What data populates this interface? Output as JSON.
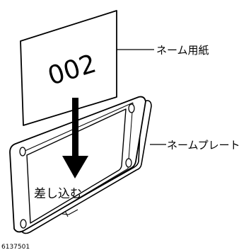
{
  "card": {
    "number": "002"
  },
  "labels": {
    "name_paper": "ネーム用紙",
    "name_plate": "ネームプレート",
    "insert": "差し込む"
  },
  "figure": {
    "id": "6137501"
  }
}
